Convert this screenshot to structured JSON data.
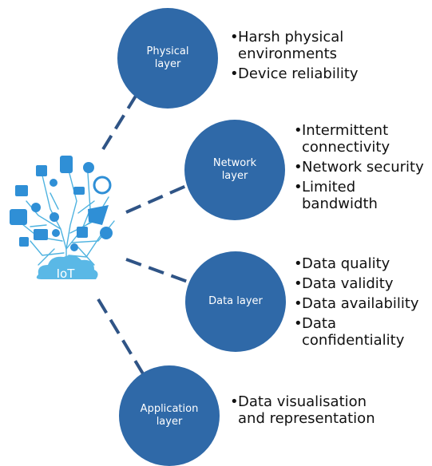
{
  "center": {
    "label": "IoT"
  },
  "layers": [
    {
      "id": "physical",
      "name": "Physical layer",
      "items": [
        "Harsh physical environments",
        "Device reliability"
      ]
    },
    {
      "id": "network",
      "name": "Network layer",
      "items": [
        "Intermittent connectivity",
        "Network security",
        "Limited bandwidth"
      ]
    },
    {
      "id": "data",
      "name": "Data layer",
      "items": [
        "Data quality",
        "Data validity",
        "Data availability",
        "Data confidentiality"
      ]
    },
    {
      "id": "application",
      "name": "Application layer",
      "items": [
        "Data visualisation and representation"
      ]
    }
  ],
  "colors": {
    "node": "#2f69a8",
    "connector": "#2f5486",
    "tree": "#4fb3e0"
  }
}
